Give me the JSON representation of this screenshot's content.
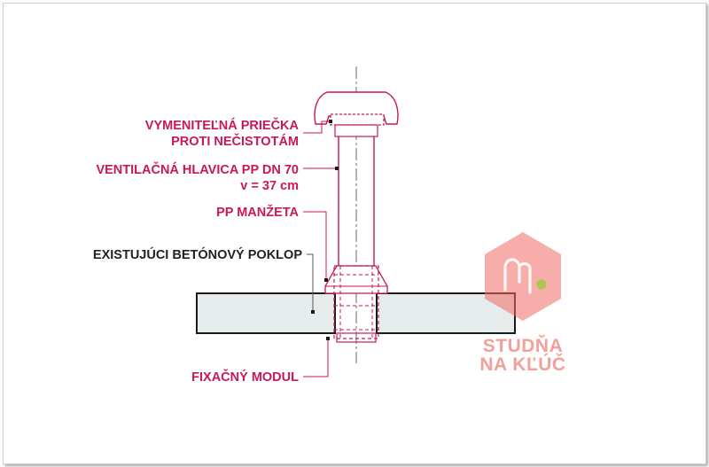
{
  "labels": {
    "replaceable_partition": [
      "VYMENITEĽNÁ PRIEČKA",
      "PROTI NEČISTOTÁM"
    ],
    "vent_head": [
      "VENTILAČNÁ HLAVICA PP DN 70",
      "v = 37 cm"
    ],
    "pp_sleeve": "PP MANŽETA",
    "concrete_cover": "EXISTUJÚCI BETÓNOVÝ POKLOP",
    "fixation_module": "FIXAČNÝ MODUL"
  },
  "brand": {
    "line1": "STUDŇA",
    "line2": "NA KĽÚČ",
    "logo_icon": "well-pipe-hexagon-logo"
  },
  "colors": {
    "accent": "#c8175a",
    "label_dark": "#222222",
    "slab_fill": "#e6ebeb",
    "brand": "#f2a09a",
    "logo_dot": "#9ccc3d"
  }
}
